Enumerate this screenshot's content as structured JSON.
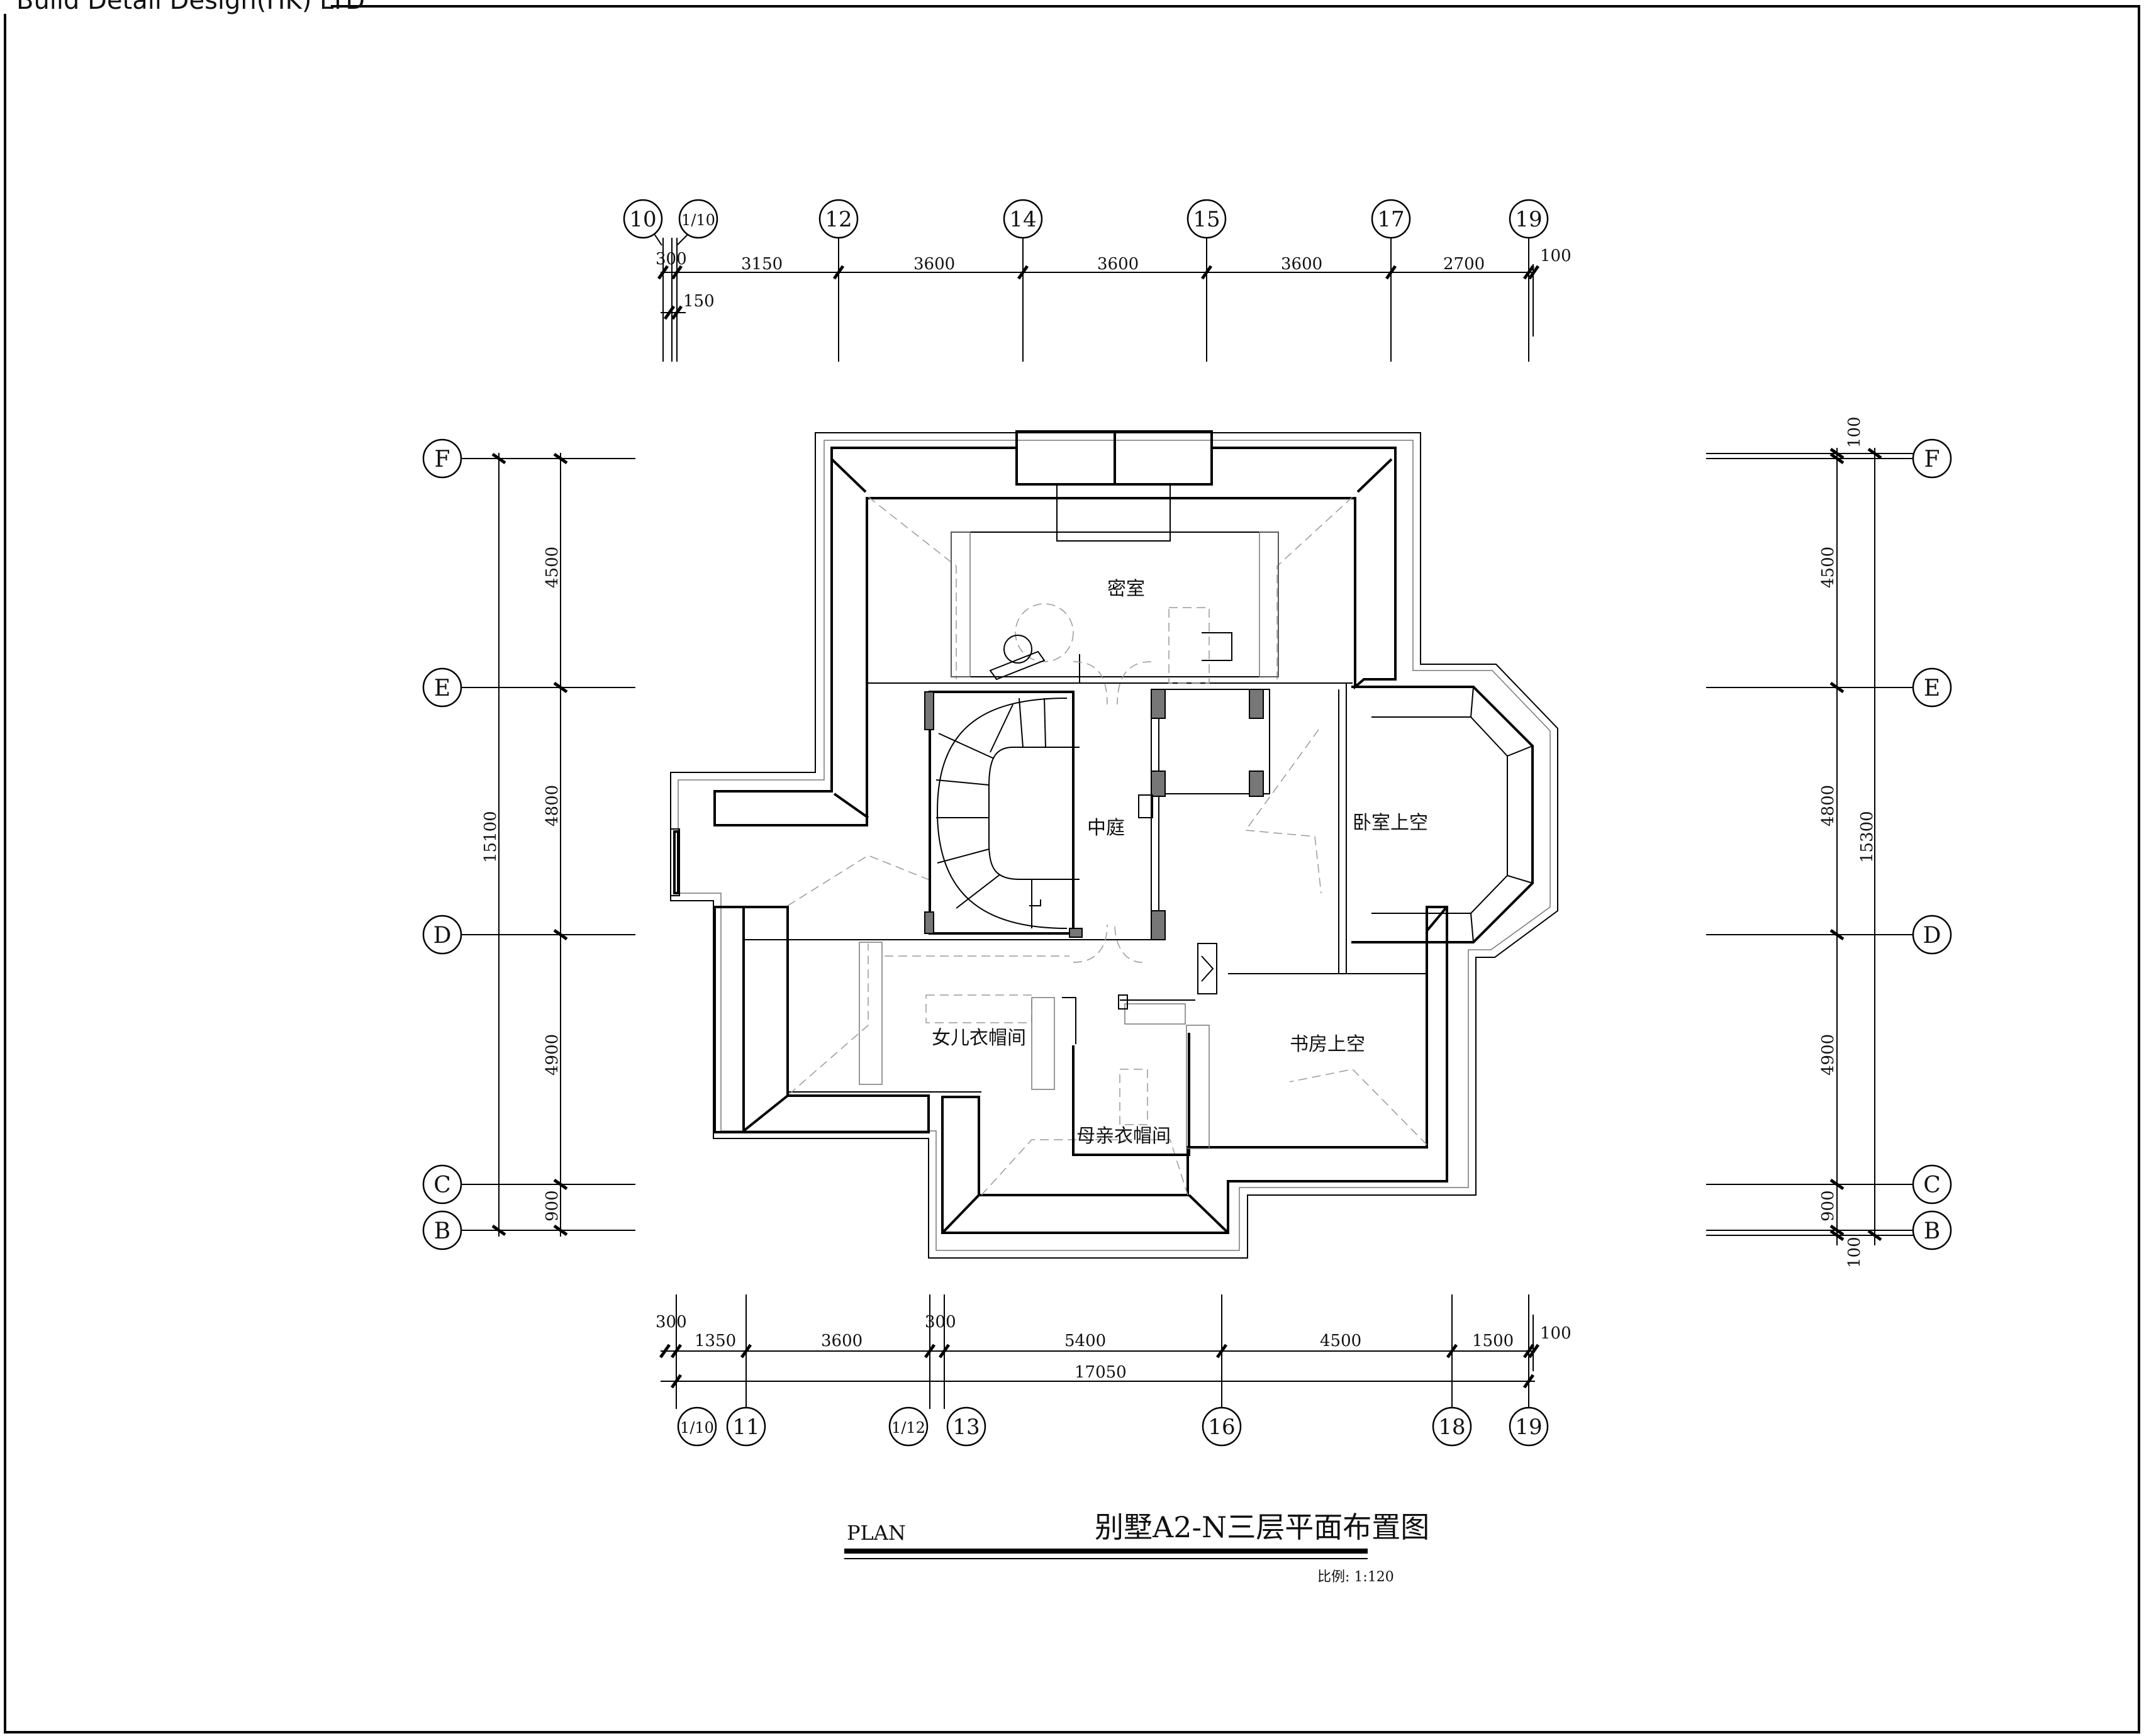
{
  "firm": "Build Detail Design(HK) LTD",
  "title_block": {
    "plan_label": "PLAN",
    "title": "别墅A2-N三层平面布置图",
    "scale": "比例: 1:120"
  },
  "rooms": {
    "secret_room": "密室",
    "courtyard": "中庭",
    "bedroom_void": "卧室上空",
    "daughter_closet": "女儿衣帽间",
    "study_void": "书房上空",
    "mother_closet": "母亲衣帽间"
  },
  "axes": {
    "top": [
      "10",
      "1/10",
      "12",
      "14",
      "15",
      "17",
      "19"
    ],
    "bottom": [
      "1/10",
      "11",
      "1/12",
      "13",
      "16",
      "18",
      "19"
    ],
    "left": [
      "F",
      "E",
      "D",
      "C",
      "B"
    ],
    "right": [
      "F",
      "E",
      "D",
      "C",
      "B"
    ]
  },
  "dimensions": {
    "top": [
      "300",
      "3150",
      "3600",
      "3600",
      "3600",
      "2700",
      "100",
      "150"
    ],
    "bottom": [
      "300",
      "1350",
      "3600",
      "300",
      "5400",
      "4500",
      "1500",
      "100"
    ],
    "bottom_total": "17050",
    "left": [
      "4500",
      "4800",
      "4900",
      "900"
    ],
    "left_total": "15100",
    "right": [
      "100",
      "4500",
      "4800",
      "4900",
      "900",
      "100"
    ],
    "right_total": "15300"
  }
}
